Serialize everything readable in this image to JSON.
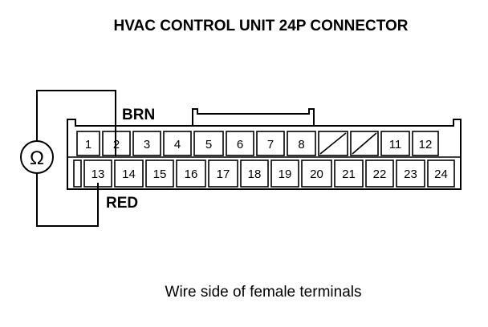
{
  "title": "HVAC CONTROL UNIT 24P CONNECTOR",
  "caption": "Wire side of female terminals",
  "meter_symbol": "Ω",
  "meter_icon": "ohmmeter-icon",
  "wire_labels": {
    "top": "BRN",
    "bottom": "RED"
  },
  "terminals": {
    "top_row": [
      "1",
      "2",
      "3",
      "4",
      "5",
      "6",
      "7",
      "8",
      "",
      "",
      "11",
      "12"
    ],
    "bottom_row": [
      "13",
      "14",
      "15",
      "16",
      "17",
      "18",
      "19",
      "20",
      "21",
      "22",
      "23",
      "24"
    ]
  },
  "colors": {
    "ink": "#000000",
    "background": "#ffffff"
  }
}
